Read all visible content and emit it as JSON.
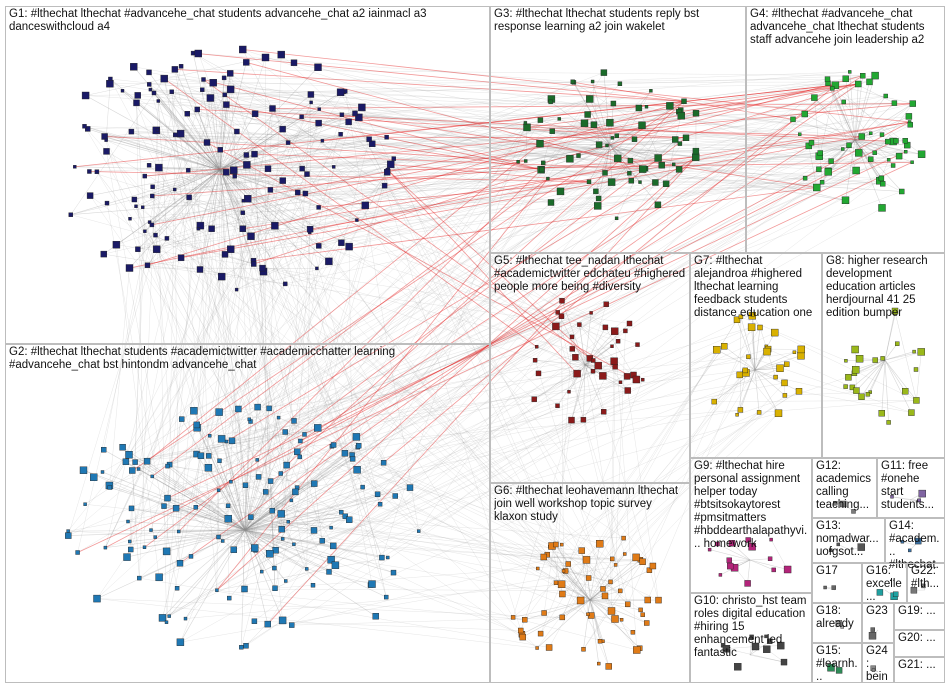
{
  "colors": {
    "background": "#ffffff",
    "edge": "#8c8c8c",
    "edge_highlight": "#e31b1b",
    "cell_border": "#bdbdbd",
    "group_colors": {
      "G1": "#1a1a66",
      "G2": "#1f78b4",
      "G3": "#1b6b2a",
      "G4": "#22a832",
      "G5": "#8b1a1a",
      "G6": "#e07b17",
      "G7": "#d9b100",
      "G8": "#9ab81a",
      "G9": "#b3247a",
      "G10": "#444444",
      "G11": "#8064a2",
      "G12": "#7a7a7a",
      "G13": "#555555",
      "G14": "#3a6fa0",
      "G15": "#2e8b57",
      "G16": "#20a0a0",
      "G17": "#666666",
      "G18": "#aaaaaa",
      "G19": "#555555",
      "G20": "#666666",
      "G21": "#555555",
      "G22": "#777777",
      "G23": "#666666",
      "G24": "#888888"
    }
  },
  "groups": [
    {
      "id": "G1",
      "label": "G1: #lthechat lthechat #advancehe_chat students advancehe_chat a2 iainmacl a3 danceswithcloud a4"
    },
    {
      "id": "G2",
      "label": "G2: #lthechat lthechat students #academictwitter #academicchatter learning #advancehe_chat bst hintondm advancehe_chat"
    },
    {
      "id": "G3",
      "label": "G3: #lthechat lthechat students reply bst response learning a2 join wakelet"
    },
    {
      "id": "G4",
      "label": "G4: #lthechat #advancehe_chat advancehe_chat lthechat students staff advancehe join leadership a2"
    },
    {
      "id": "G5",
      "label": "G5: #lthechat tee_nadan lthechat #academictwitter edchateu #highered people more being #diversity"
    },
    {
      "id": "G6",
      "label": "G6: #lthechat leohavemann lthechat join well workshop topic survey klaxon study"
    },
    {
      "id": "G7",
      "label": "G7: #lthechat alejandroa #highered lthechat learning feedback students distance education one"
    },
    {
      "id": "G8",
      "label": "G8: higher research development education articles herdjournal 41 25 edition bumper"
    },
    {
      "id": "G9",
      "label": "G9: #lthechat hire personal assignment helper today #btsitsokaytorest #pmsitmatters #hbddearthalapathyvi... homework"
    },
    {
      "id": "G10",
      "label": "G10: christo_hst team roles digital education #hiring 15 enhancement led fantastic"
    },
    {
      "id": "G11",
      "label": "G11: free #onehe start students..."
    },
    {
      "id": "G12",
      "label": "G12: academics calling teaching..."
    },
    {
      "id": "G13",
      "label": "G13: nomadwar... uofgsot..."
    },
    {
      "id": "G14",
      "label": "G14: #academ... #lthechat..."
    },
    {
      "id": "G15",
      "label": "G15: #learnh..."
    },
    {
      "id": "G16",
      "label": "G16: excelle..."
    },
    {
      "id": "G17",
      "label": "G17"
    },
    {
      "id": "G18",
      "label": "G18: already"
    },
    {
      "id": "G19",
      "label": "G19: ..."
    },
    {
      "id": "G20",
      "label": "G20: ..."
    },
    {
      "id": "G21",
      "label": "G21: ..."
    },
    {
      "id": "G22",
      "label": "G22: #lth..."
    },
    {
      "id": "G23",
      "label": "G23"
    },
    {
      "id": "G24",
      "label": "G24: bein..."
    }
  ]
}
